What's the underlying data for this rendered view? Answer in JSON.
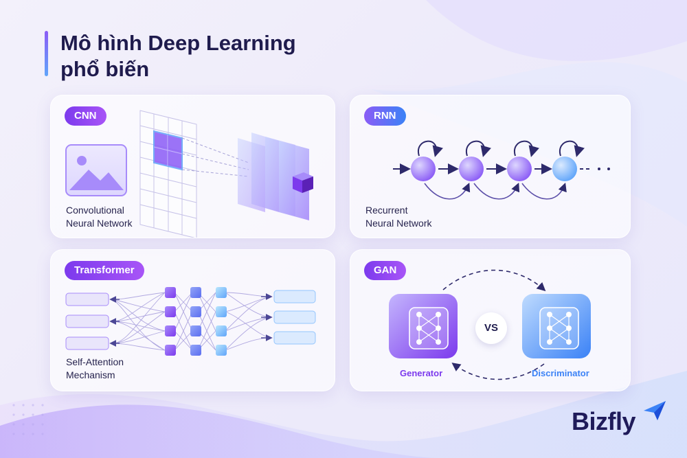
{
  "page": {
    "title_line1": "Mô hình Deep Learning",
    "title_line2": "phổ biến"
  },
  "cards": {
    "cnn": {
      "label": "CNN",
      "desc_line1": "Convolutional",
      "desc_line2": "Neural Network"
    },
    "rnn": {
      "label": "RNN",
      "desc_line1": "Recurrent",
      "desc_line2": "Neural Network"
    },
    "transformer": {
      "label": "Transformer",
      "desc_line1": "Self-Attention",
      "desc_line2": "Mechanism"
    },
    "gan": {
      "label": "GAN",
      "vs": "VS",
      "generator": "Generator",
      "discriminator": "Discriminator"
    }
  },
  "brand": {
    "name": "Bizfly"
  },
  "colors": {
    "purple": "#7c3aed",
    "blue": "#3b82f6",
    "navy": "#1f1b4d"
  }
}
